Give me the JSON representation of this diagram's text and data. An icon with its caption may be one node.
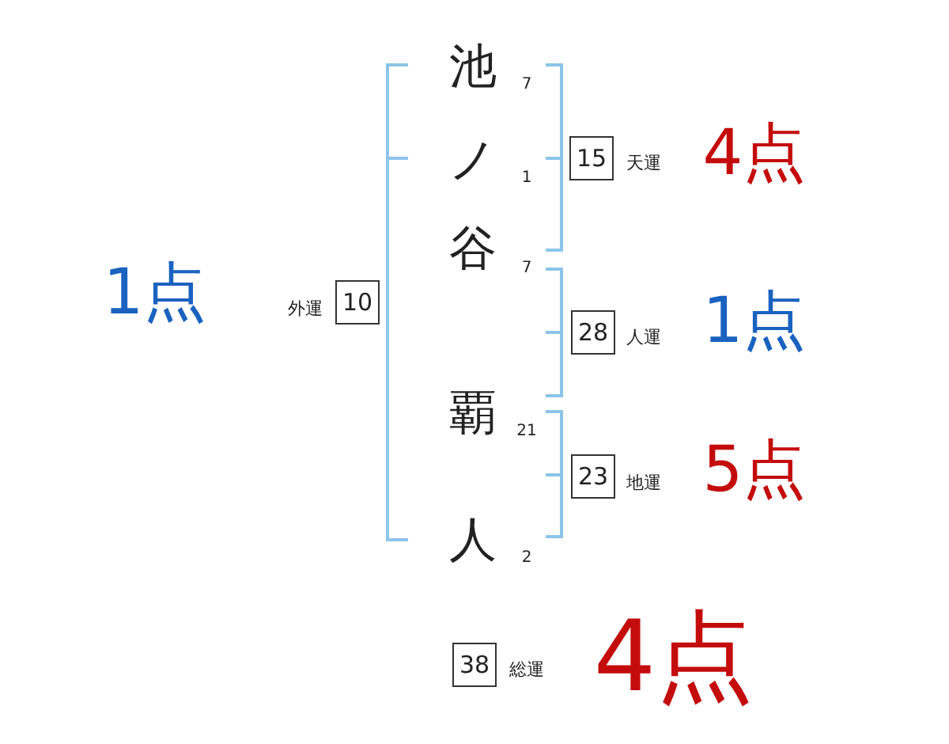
{
  "diagram": {
    "nodes": [
      {
        "text": [
          "池"
        ],
        "beside": [
          "7"
        ]
      },
      {
        "text": [
          "ノ"
        ],
        "beside": [
          "1"
        ]
      },
      {
        "text": [
          "谷"
        ],
        "beside": [
          "7"
        ]
      },
      {
        "text": [
          "覇"
        ],
        "beside": [
          "21"
        ]
      },
      {
        "text": [
          "人"
        ],
        "beside": [
          "2"
        ]
      },
      {
        "text": [
          "10"
        ],
        "beside": [
          "外運",
          "1点"
        ]
      },
      {
        "text": [
          "15"
        ],
        "beside": [
          "天運",
          "4点"
        ]
      },
      {
        "text": [
          "28"
        ],
        "beside": [
          "人運",
          "1点"
        ]
      },
      {
        "text": [
          "23"
        ],
        "beside": [
          "地運",
          "5点"
        ]
      },
      {
        "text": [
          "38"
        ],
        "beside": [
          "総運",
          "4点"
        ]
      }
    ]
  }
}
